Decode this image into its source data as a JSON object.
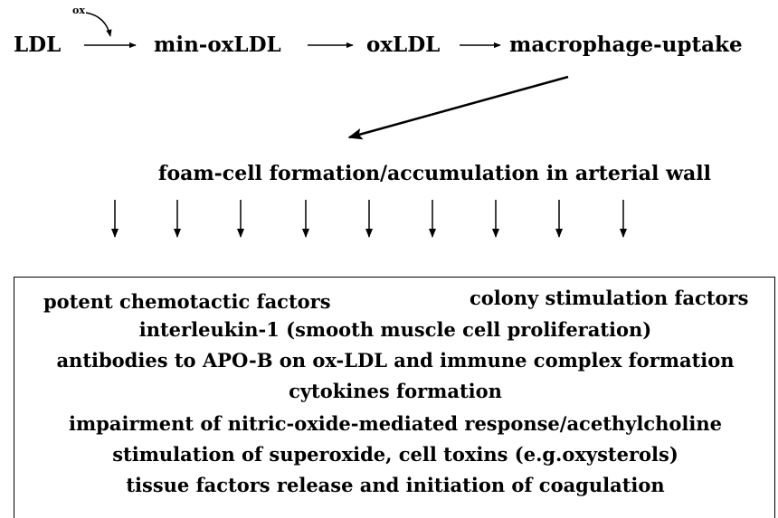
{
  "pathway": {
    "ox_label": "ox",
    "step_ldl": "LDL",
    "step_min_oxldl": "min-oxLDL",
    "step_oxldl": "oxLDL",
    "step_uptake": "macrophage-uptake"
  },
  "foam_cell": "foam-cell formation/accumulation in arterial wall",
  "effects": {
    "chemotactic": "potent chemotactic factors",
    "colony": "colony stimulation factors",
    "lines": [
      "interleukin-1 (smooth muscle cell proliferation)",
      "antibodies to APO-B on ox-LDL and immune complex formation",
      "cytokines formation",
      "impairment of nitric-oxide-mediated response/acethylcholine",
      "stimulation of superoxide,  cell toxins (e.g.oxysterols)",
      "tissue factors release and initiation of coagulation"
    ]
  }
}
